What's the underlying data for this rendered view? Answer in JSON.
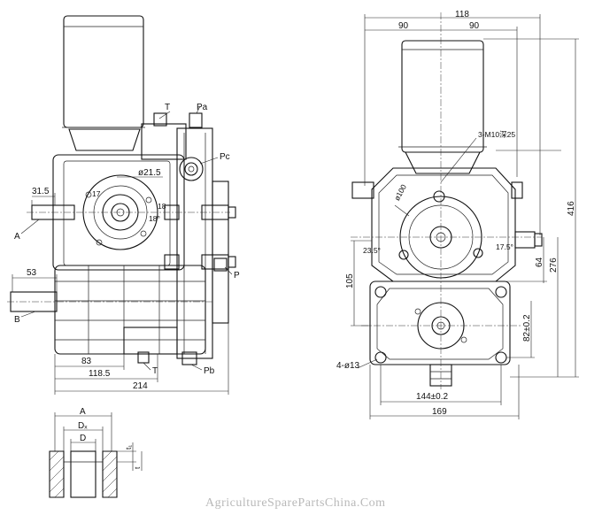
{
  "watermark": "AgricultureSparePartsChina.Com",
  "left_view": {
    "ports": {
      "T_top": "T",
      "Pa": "Pa",
      "Pc": "Pc",
      "P": "P",
      "T_bottom": "T",
      "Pb": "Pb"
    },
    "shafts": {
      "A": "A",
      "B": "B"
    },
    "dimensions": {
      "d31_5": "31.5",
      "d53": "53",
      "d83": "83",
      "d118_5": "118.5",
      "d214": "214",
      "phi21_5": "ø21.5",
      "a17": "17",
      "a18a": "18",
      "a18b": "18°"
    }
  },
  "right_view": {
    "dimensions": {
      "d118": "118",
      "d90_left": "90",
      "d90_right": "90",
      "thread": "3-M10深25",
      "phi100": "ø100",
      "a23_5": "23.5°",
      "a17_5": "17.5°",
      "d105": "105",
      "d64": "64",
      "d276": "276",
      "d416": "416",
      "d82": "82±0.2",
      "holes": "4-ø13",
      "d144": "144±0.2",
      "d169": "169"
    }
  },
  "shaft_detail": {
    "labels": {
      "A": "A",
      "Dx": "Dₓ",
      "D": "D",
      "t1": "t₁",
      "t": "t"
    }
  }
}
